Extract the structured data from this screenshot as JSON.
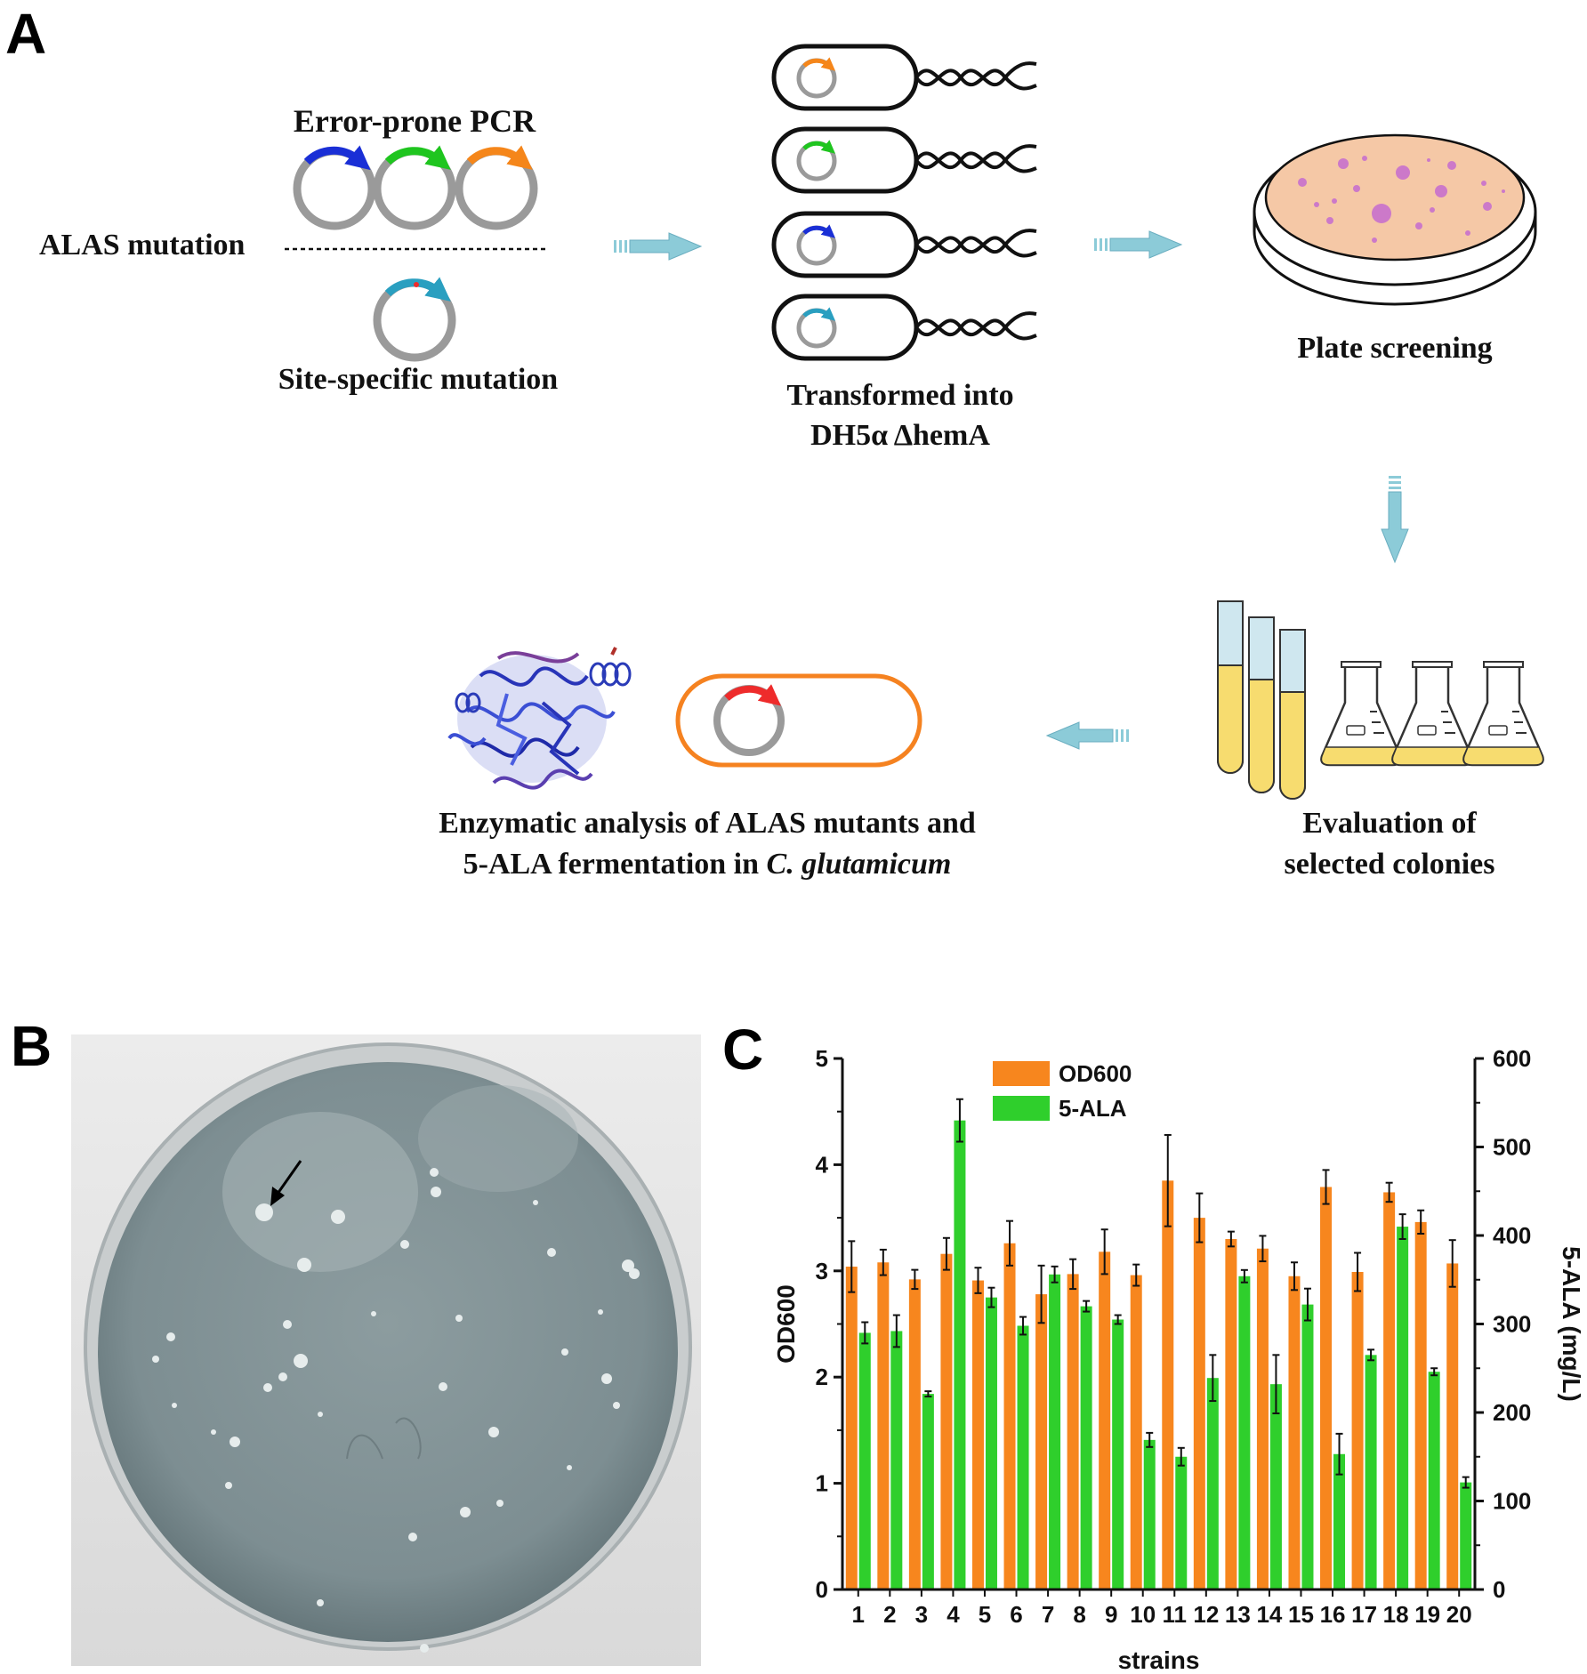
{
  "panel_a": {
    "letter": "A",
    "error_prone_label": "Error-prone PCR",
    "alas_mutation_label": "ALAS mutation",
    "site_specific_label": "Site-specific mutation",
    "transformed_line1": "Transformed into",
    "transformed_line2": "DH5α ΔhemA",
    "plate_screening_label": "Plate screening",
    "evaluation_line1": "Evaluation of",
    "evaluation_line2": "selected colonies",
    "enzymatic_line1": "Enzymatic analysis of ALAS mutants and",
    "enzymatic_line2_prefix": "5-ALA fermentation in ",
    "enzymatic_line2_italic": "C. glutamicum"
  },
  "panel_b": {
    "letter": "B"
  },
  "panel_c": {
    "letter": "C"
  },
  "colors": {
    "od600": "#f7861e",
    "ala": "#2fcf2c",
    "arrow": "#8ccbd8",
    "plasmid_grey": "#9a9a9a",
    "plasmid_blue": "#1a2fd6",
    "plasmid_green": "#1fc51f",
    "plasmid_orange": "#f5861a",
    "plasmid_teal": "#2a9fc0",
    "plasmid_red": "#ee2b2b",
    "plate_fill": "#f5c8a6",
    "colony": "#cc79c9"
  },
  "chart_data": {
    "type": "bar",
    "categories": [
      "1",
      "2",
      "3",
      "4",
      "5",
      "6",
      "7",
      "8",
      "9",
      "10",
      "11",
      "12",
      "13",
      "14",
      "15",
      "16",
      "17",
      "18",
      "19",
      "20"
    ],
    "xlabel": "strains",
    "ylabel": "OD600",
    "y2label": "5-ALA (mg/L)",
    "ylim": [
      0,
      5
    ],
    "y2lim": [
      0,
      600
    ],
    "yticks": [
      "0",
      "1",
      "2",
      "3",
      "4",
      "5"
    ],
    "y2ticks": [
      "0",
      "100",
      "200",
      "300",
      "400",
      "500",
      "600"
    ],
    "legend_position": "top-center",
    "grid": false,
    "series": [
      {
        "name": "OD600",
        "axis": "left",
        "values": [
          3.04,
          3.08,
          2.92,
          3.16,
          2.91,
          3.26,
          2.78,
          2.97,
          3.18,
          2.96,
          3.85,
          3.5,
          3.3,
          3.21,
          2.95,
          3.79,
          2.99,
          3.74,
          3.46,
          3.07
        ],
        "errors": [
          0.24,
          0.12,
          0.09,
          0.15,
          0.12,
          0.21,
          0.27,
          0.14,
          0.21,
          0.1,
          0.43,
          0.23,
          0.07,
          0.12,
          0.13,
          0.16,
          0.18,
          0.09,
          0.11,
          0.22
        ]
      },
      {
        "name": "5-ALA",
        "axis": "right",
        "values": [
          290,
          292,
          221,
          530,
          330,
          298,
          356,
          320,
          305,
          169,
          150,
          239,
          354,
          232,
          322,
          153,
          265,
          410,
          246,
          121
        ],
        "errors": [
          12,
          18,
          3,
          24,
          11,
          10,
          9,
          6,
          5,
          8,
          10,
          26,
          7,
          33,
          18,
          23,
          6,
          14,
          4,
          6
        ]
      }
    ]
  }
}
